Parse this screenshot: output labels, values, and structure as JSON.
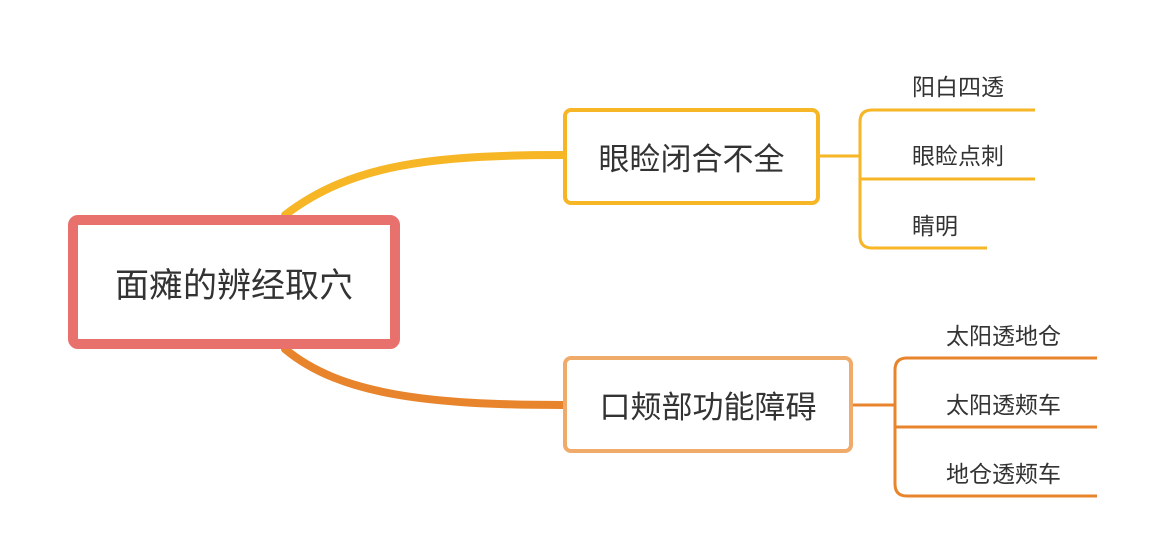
{
  "mindmap": {
    "root": {
      "label": "面瘫的辨经取穴",
      "color": "#e8706d"
    },
    "branches": [
      {
        "label": "眼睑闭合不全",
        "color": "#f6b626",
        "children": [
          "阳白四透",
          "眼睑点刺",
          "睛明"
        ]
      },
      {
        "label": "口颊部功能障碍",
        "border_color": "#f0ab6b",
        "line_color": "#e8852c",
        "children": [
          "太阳透地仓",
          "太阳透颊车",
          "地仓透颊车"
        ]
      }
    ]
  }
}
